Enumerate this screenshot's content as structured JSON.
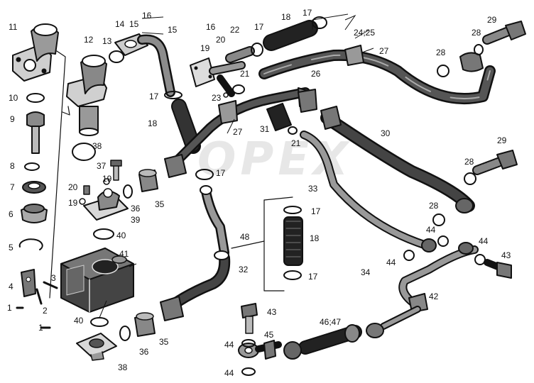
{
  "watermark": "OPEX",
  "colors": {
    "ink": "#111111",
    "hose": "#2a2a2a",
    "metal": "#6a6a6a",
    "light": "#d8d8d8"
  },
  "labels": [
    {
      "id": "l1a",
      "text": "1"
    },
    {
      "id": "l1b",
      "text": "1"
    },
    {
      "id": "l2",
      "text": "2"
    },
    {
      "id": "l3",
      "text": "3"
    },
    {
      "id": "l4",
      "text": "4"
    },
    {
      "id": "l5",
      "text": "5"
    },
    {
      "id": "l6",
      "text": "6"
    },
    {
      "id": "l7",
      "text": "7"
    },
    {
      "id": "l8",
      "text": "8"
    },
    {
      "id": "l9",
      "text": "9"
    },
    {
      "id": "l10",
      "text": "10"
    },
    {
      "id": "l11",
      "text": "11"
    },
    {
      "id": "l12",
      "text": "12"
    },
    {
      "id": "l13",
      "text": "13"
    },
    {
      "id": "l14",
      "text": "14"
    },
    {
      "id": "l15a",
      "text": "15"
    },
    {
      "id": "l15b",
      "text": "15"
    },
    {
      "id": "l16a",
      "text": "16"
    },
    {
      "id": "l16b",
      "text": "16"
    },
    {
      "id": "l17a",
      "text": "17"
    },
    {
      "id": "l17b",
      "text": "17"
    },
    {
      "id": "l17c",
      "text": "17"
    },
    {
      "id": "l17d",
      "text": "17"
    },
    {
      "id": "l17e",
      "text": "17"
    },
    {
      "id": "l17f",
      "text": "17"
    },
    {
      "id": "l18a",
      "text": "18"
    },
    {
      "id": "l18b",
      "text": "18"
    },
    {
      "id": "l18c",
      "text": "18"
    },
    {
      "id": "l19a",
      "text": "19"
    },
    {
      "id": "l19b",
      "text": "19"
    },
    {
      "id": "l19c",
      "text": "19"
    },
    {
      "id": "l20a",
      "text": "20"
    },
    {
      "id": "l20b",
      "text": "20"
    },
    {
      "id": "l21a",
      "text": "21"
    },
    {
      "id": "l21b",
      "text": "21"
    },
    {
      "id": "l22",
      "text": "22"
    },
    {
      "id": "l23",
      "text": "23"
    },
    {
      "id": "l24",
      "text": "24;25"
    },
    {
      "id": "l26",
      "text": "26"
    },
    {
      "id": "l27a",
      "text": "27"
    },
    {
      "id": "l27b",
      "text": "27"
    },
    {
      "id": "l28a",
      "text": "28"
    },
    {
      "id": "l28b",
      "text": "28"
    },
    {
      "id": "l28c",
      "text": "28"
    },
    {
      "id": "l28d",
      "text": "28"
    },
    {
      "id": "l29a",
      "text": "29"
    },
    {
      "id": "l29b",
      "text": "29"
    },
    {
      "id": "l30",
      "text": "30"
    },
    {
      "id": "l31",
      "text": "31"
    },
    {
      "id": "l32",
      "text": "32"
    },
    {
      "id": "l33",
      "text": "33"
    },
    {
      "id": "l34",
      "text": "34"
    },
    {
      "id": "l35a",
      "text": "35"
    },
    {
      "id": "l35b",
      "text": "35"
    },
    {
      "id": "l36a",
      "text": "36"
    },
    {
      "id": "l36b",
      "text": "36"
    },
    {
      "id": "l37",
      "text": "37"
    },
    {
      "id": "l38a",
      "text": "38"
    },
    {
      "id": "l38b",
      "text": "38"
    },
    {
      "id": "l39",
      "text": "39"
    },
    {
      "id": "l40a",
      "text": "40"
    },
    {
      "id": "l40b",
      "text": "40"
    },
    {
      "id": "l41",
      "text": "41"
    },
    {
      "id": "l42",
      "text": "42"
    },
    {
      "id": "l43a",
      "text": "43"
    },
    {
      "id": "l43b",
      "text": "43"
    },
    {
      "id": "l44a",
      "text": "44"
    },
    {
      "id": "l44b",
      "text": "44"
    },
    {
      "id": "l44c",
      "text": "44"
    },
    {
      "id": "l44d",
      "text": "44"
    },
    {
      "id": "l44e",
      "text": "44"
    },
    {
      "id": "l45",
      "text": "45"
    },
    {
      "id": "l46",
      "text": "46;47"
    },
    {
      "id": "l48",
      "text": "48"
    }
  ]
}
